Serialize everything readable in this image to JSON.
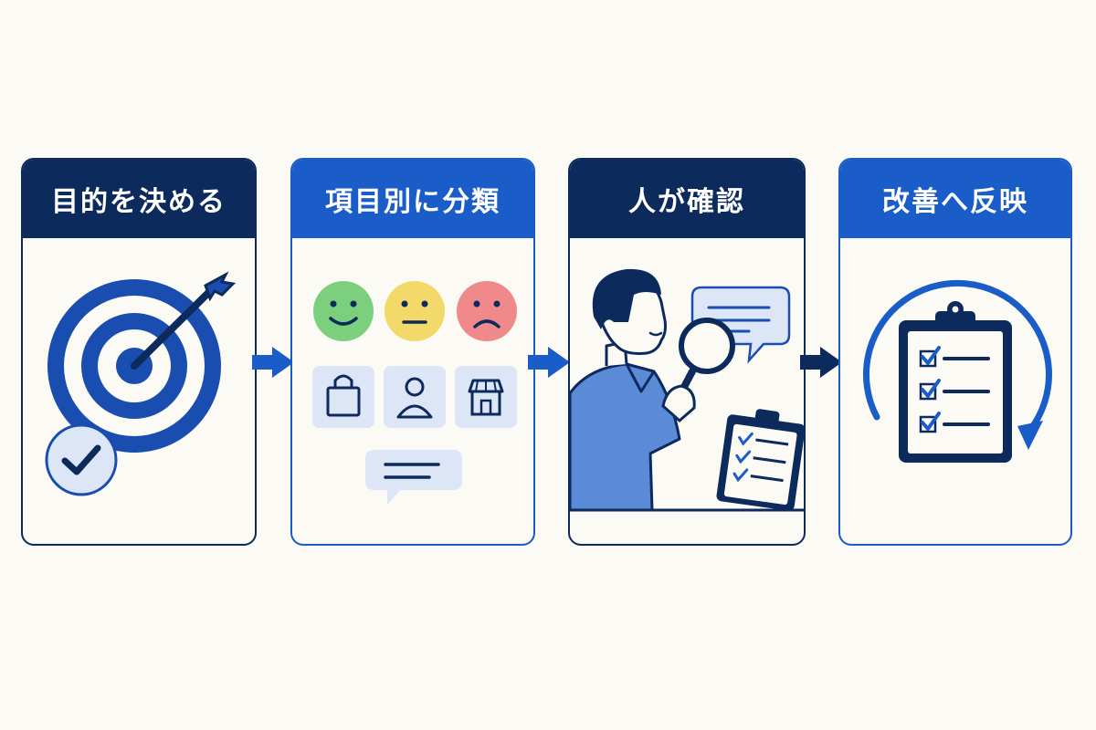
{
  "steps": [
    {
      "title": "目的を決める",
      "icon": "target-icon"
    },
    {
      "title": "項目別に分類",
      "icon": "category-icons"
    },
    {
      "title": "人が確認",
      "icon": "person-magnifier-icon"
    },
    {
      "title": "改善へ反映",
      "icon": "clipboard-cycle-icon"
    }
  ],
  "colors": {
    "navy": "#0d2a5c",
    "blue": "#1a5cc8",
    "light_blue": "#dce6f7",
    "background": "#fbfaf4",
    "happy": "#7ccf7c",
    "neutral": "#f3d96a",
    "sad": "#f08a8a"
  }
}
